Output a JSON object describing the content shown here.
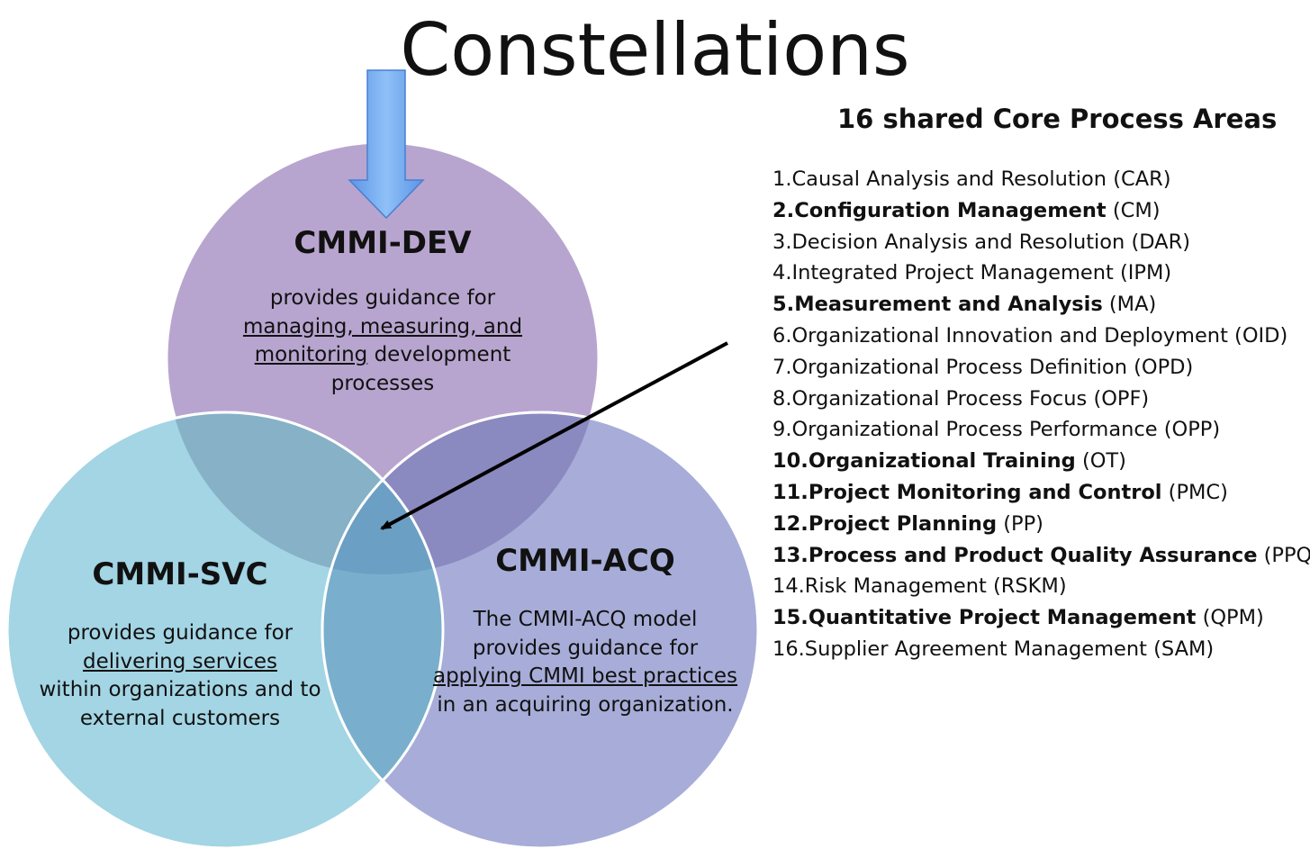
{
  "title": "Constellations",
  "circles": {
    "dev": {
      "heading": "CMMI-DEV",
      "desc_pre": "provides guidance for",
      "desc_link": "managing, measuring, and monitoring",
      "desc_post": "development processes",
      "color": "#b7a5cf"
    },
    "svc": {
      "heading": "CMMI-SVC",
      "desc_pre": "provides guidance for",
      "desc_link": "delivering services",
      "desc_post": "within organizations and to external customers",
      "color": "#9fd3e3"
    },
    "acq": {
      "heading": "CMMI-ACQ",
      "desc_pre": "The CMMI-ACQ model provides guidance for",
      "desc_link": "applying CMMI best practices",
      "desc_post": "in an acquiring organization.",
      "color": "#a3aad6"
    }
  },
  "colors": {
    "down_arrow": "#6fa4ec",
    "pointer_arrow": "#000000",
    "circle_outline": "#ffffff"
  },
  "core_areas": {
    "heading": "16 shared Core Process Areas",
    "items": [
      {
        "num": "1.",
        "name": "Causal Analysis and Resolution",
        "abbr": "(CAR)",
        "bold": false
      },
      {
        "num": "2.",
        "name": "Configuration Management",
        "abbr": "(CM)",
        "bold": true
      },
      {
        "num": "3.",
        "name": "Decision Analysis and Resolution",
        "abbr": "(DAR)",
        "bold": false
      },
      {
        "num": "4.",
        "name": "Integrated Project Management",
        "abbr": "(IPM)",
        "bold": false
      },
      {
        "num": "5.",
        "name": "Measurement and Analysis",
        "abbr": "(MA)",
        "bold": true
      },
      {
        "num": "6.",
        "name": "Organizational Innovation and Deployment",
        "abbr": "(OID)",
        "bold": false
      },
      {
        "num": "7.",
        "name": "Organizational Process Definition",
        "abbr": "(OPD)",
        "bold": false
      },
      {
        "num": "8.",
        "name": "Organizational Process Focus",
        "abbr": "(OPF)",
        "bold": false
      },
      {
        "num": "9.",
        "name": "Organizational Process Performance",
        "abbr": "(OPP)",
        "bold": false
      },
      {
        "num": "10.",
        "name": "Organizational Training",
        "abbr": "(OT)",
        "bold": true
      },
      {
        "num": "11.",
        "name": "Project Monitoring and Control",
        "abbr": "(PMC)",
        "bold": true
      },
      {
        "num": "12.",
        "name": "Project Planning",
        "abbr": "(PP)",
        "bold": true
      },
      {
        "num": "13.",
        "name": "Process and Product Quality Assurance",
        "abbr": "(PPQA)",
        "bold": true
      },
      {
        "num": "14.",
        "name": "Risk Management",
        "abbr": "(RSKM)",
        "bold": false
      },
      {
        "num": "15.",
        "name": "Quantitative Project Management",
        "abbr": "(QPM)",
        "bold": true
      },
      {
        "num": "16.",
        "name": "Supplier Agreement Management",
        "abbr": "(SAM)",
        "bold": false
      }
    ]
  }
}
